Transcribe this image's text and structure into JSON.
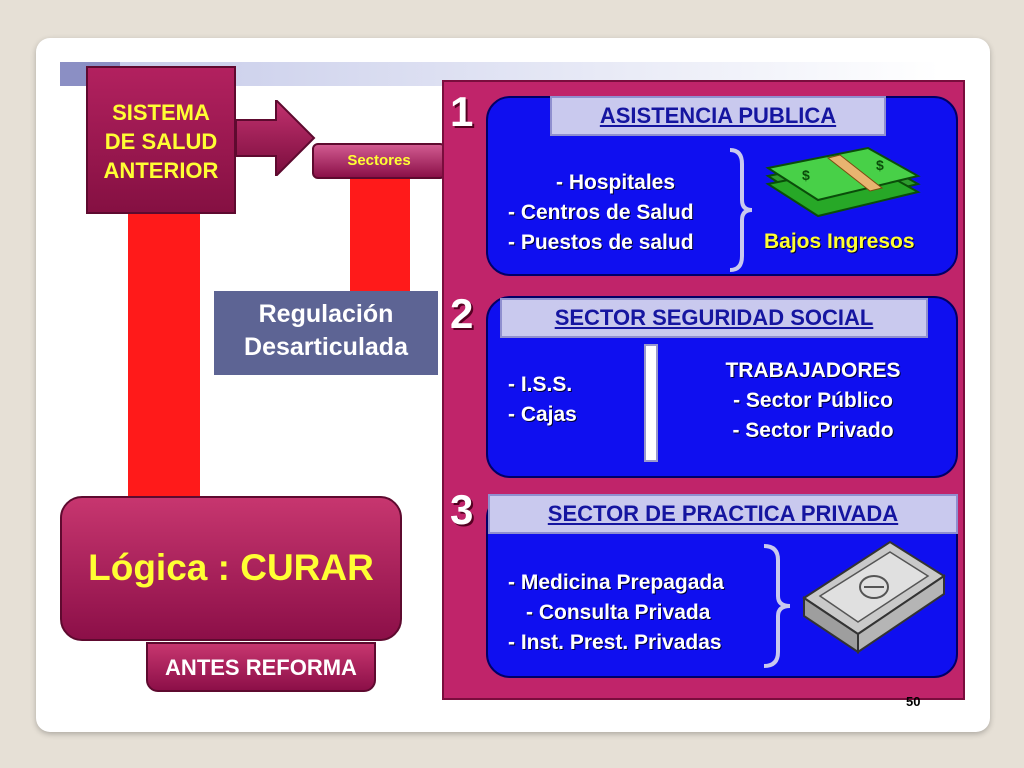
{
  "left": {
    "sistema_line1": "SISTEMA",
    "sistema_line2": "DE SALUD",
    "sistema_line3": "ANTERIOR",
    "sectores": "Sectores",
    "regulacion_line1": "Regulación",
    "regulacion_line2": "Desarticulada",
    "logica": "Lógica : CURAR",
    "antes_reforma": "ANTES REFORMA"
  },
  "sections": [
    {
      "number": "1",
      "header": "ASISTENCIA  PUBLICA",
      "items": [
        "- Hospitales",
        "- Centros de Salud",
        "- Puestos de salud"
      ],
      "side_label": "Bajos Ingresos",
      "icon": "money-stack-green-icon"
    },
    {
      "number": "2",
      "header": "SECTOR SEGURIDAD SOCIAL",
      "items": [
        "- I.S.S.",
        "- Cajas"
      ],
      "right_title": "TRABAJADORES",
      "right_items": [
        "- Sector Público",
        "- Sector Privado"
      ]
    },
    {
      "number": "3",
      "header": "SECTOR DE PRACTICA PRIVADA",
      "items": [
        "- Medicina Prepagada",
        "- Consulta Privada",
        "- Inst. Prest. Privadas"
      ],
      "icon": "money-stack-gray-icon"
    }
  ],
  "page_number": "50",
  "colors": {
    "magenta": "#c0246a",
    "panel_blue": "#0f0ff0",
    "red_bar": "#ff1a1a",
    "yellow_text": "#ffff33"
  }
}
